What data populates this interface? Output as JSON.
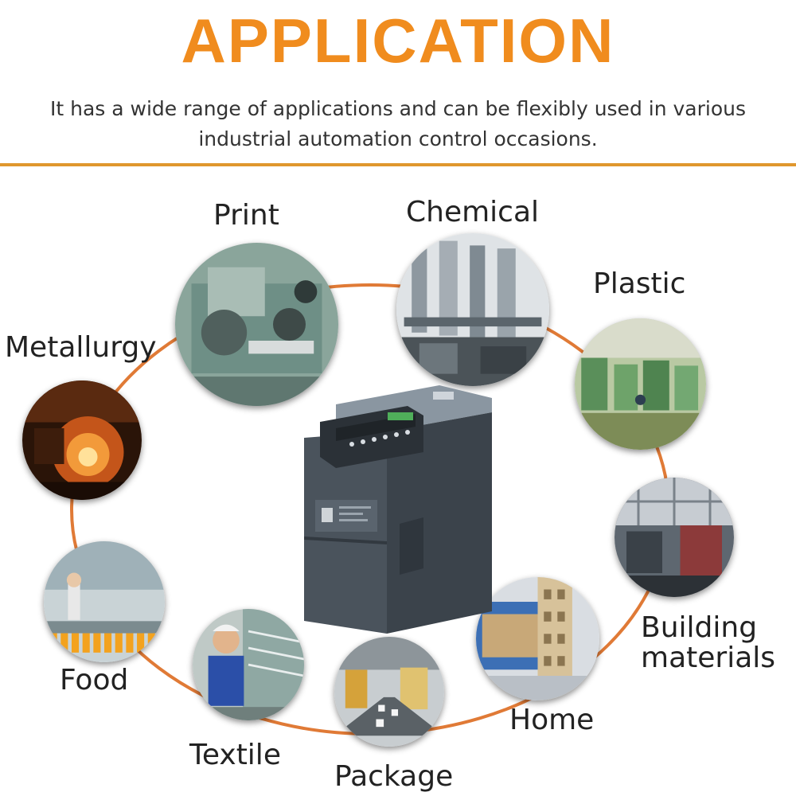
{
  "header": {
    "title": "APPLICATION",
    "subtitle_line1": "It has a wide range of applications and can be flexibly used in various",
    "subtitle_line2": "industrial automation control occasions."
  },
  "colors": {
    "accent": "#f08c1e",
    "rule": "#e0972e",
    "ring": "#e07a36"
  },
  "applications": [
    {
      "id": "print",
      "label": "Print"
    },
    {
      "id": "chemical",
      "label": "Chemical"
    },
    {
      "id": "plastic",
      "label": "Plastic"
    },
    {
      "id": "metallurgy",
      "label": "Metallurgy"
    },
    {
      "id": "food",
      "label": "Food"
    },
    {
      "id": "textile",
      "label": "Textile"
    },
    {
      "id": "package",
      "label": "Package"
    },
    {
      "id": "home",
      "label": "Home"
    },
    {
      "id": "building",
      "label_line1": "Building",
      "label_line2": "materials"
    }
  ]
}
